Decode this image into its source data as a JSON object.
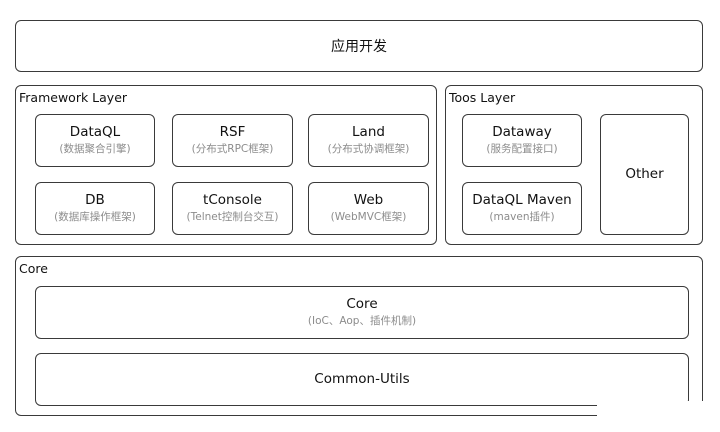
{
  "top": {
    "label": "应用开发"
  },
  "framework": {
    "title": "Framework Layer",
    "modules": [
      {
        "name": "DataQL",
        "desc": "(数据聚合引擎)"
      },
      {
        "name": "RSF",
        "desc": "(分布式RPC框架)"
      },
      {
        "name": "Land",
        "desc": "(分布式协调框架)"
      },
      {
        "name": "DB",
        "desc": "(数据库操作框架)"
      },
      {
        "name": "tConsole",
        "desc": "(Telnet控制台交互)"
      },
      {
        "name": "Web",
        "desc": "(WebMVC框架)"
      }
    ]
  },
  "tools": {
    "title": "Toos Layer",
    "modules": [
      {
        "name": "Dataway",
        "desc": "(服务配置接口)"
      },
      {
        "name": "DataQL Maven",
        "desc": "(maven插件)"
      },
      {
        "name": "Other"
      }
    ]
  },
  "core": {
    "title": "Core",
    "modules": [
      {
        "name": "Core",
        "desc": "(IoC、Aop、插件机制)"
      },
      {
        "name": "Common-Utils"
      }
    ]
  }
}
